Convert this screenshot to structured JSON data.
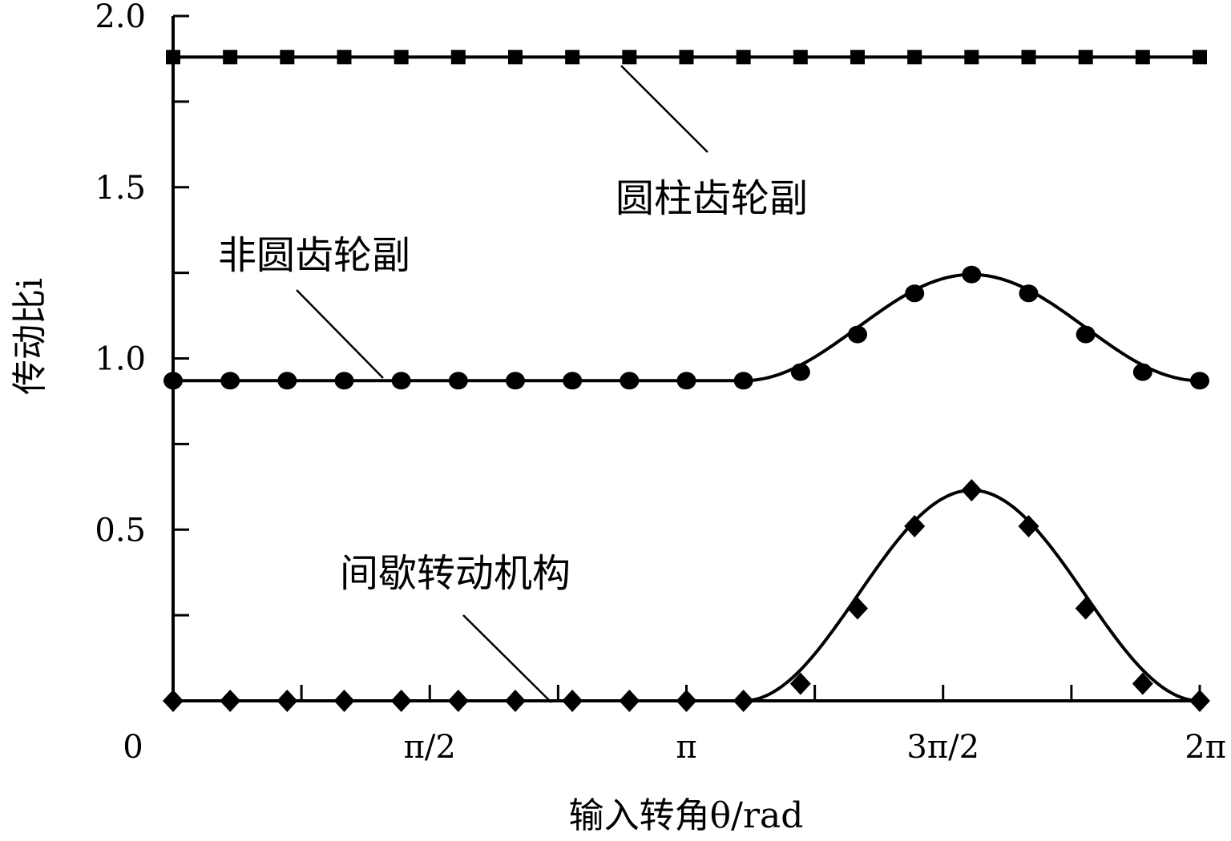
{
  "chart_data": {
    "type": "line",
    "title": "",
    "xlabel": "输入转角θ/rad",
    "ylabel": "传动比i",
    "xlim": [
      0,
      6.2832
    ],
    "ylim": [
      0,
      2.0
    ],
    "x_ticks": [
      {
        "value": 0,
        "label": "0"
      },
      {
        "value": 1.5708,
        "label": "π/2"
      },
      {
        "value": 3.1416,
        "label": "π"
      },
      {
        "value": 4.7124,
        "label": "3π/2"
      },
      {
        "value": 6.2832,
        "label": "2π"
      }
    ],
    "y_ticks": [
      {
        "value": 0.5,
        "label": "0.5"
      },
      {
        "value": 1.0,
        "label": "1.0"
      },
      {
        "value": 1.5,
        "label": "1.5"
      },
      {
        "value": 2.0,
        "label": "2.0"
      }
    ],
    "grid": false,
    "legend": "none",
    "x": [
      0,
      0.3491,
      0.6981,
      1.0472,
      1.3963,
      1.7453,
      2.0944,
      2.4435,
      2.7925,
      3.1416,
      3.4907,
      3.8397,
      4.1888,
      4.5379,
      4.8869,
      5.236,
      5.5851,
      5.9341,
      6.2832
    ],
    "series": [
      {
        "name": "圆柱齿轮副",
        "marker": "square",
        "values": [
          1.88,
          1.88,
          1.88,
          1.88,
          1.88,
          1.88,
          1.88,
          1.88,
          1.88,
          1.88,
          1.88,
          1.88,
          1.88,
          1.88,
          1.88,
          1.88,
          1.88,
          1.88,
          1.88
        ],
        "curve": "flat"
      },
      {
        "name": "非圆齿轮副",
        "marker": "circle",
        "values": [
          0.935,
          0.935,
          0.935,
          0.935,
          0.935,
          0.935,
          0.935,
          0.935,
          0.935,
          0.935,
          0.935,
          0.96,
          1.07,
          1.19,
          1.245,
          1.19,
          1.07,
          0.96,
          0.935
        ],
        "curve": "bump",
        "base": 0.935,
        "peak": 1.245,
        "start_x": 3.49,
        "peak_x": 4.887,
        "end_x": 6.2832
      },
      {
        "name": "间歇转动机构",
        "marker": "diamond",
        "values": [
          0,
          0,
          0,
          0,
          0,
          0,
          0,
          0,
          0,
          0,
          0,
          0.05,
          0.27,
          0.51,
          0.615,
          0.51,
          0.27,
          0.05,
          0
        ],
        "curve": "bump",
        "base": 0,
        "peak": 0.615,
        "start_x": 3.49,
        "peak_x": 4.887,
        "end_x": 6.2832
      }
    ],
    "annotations": [
      {
        "text": "圆柱齿轮副",
        "series": "圆柱齿轮副"
      },
      {
        "text": "非圆齿轮副",
        "series": "非圆齿轮副"
      },
      {
        "text": "间歇转动机构",
        "series": "间歇转动机构"
      }
    ],
    "colors": {
      "line": "#000000",
      "background": "#ffffff"
    }
  }
}
